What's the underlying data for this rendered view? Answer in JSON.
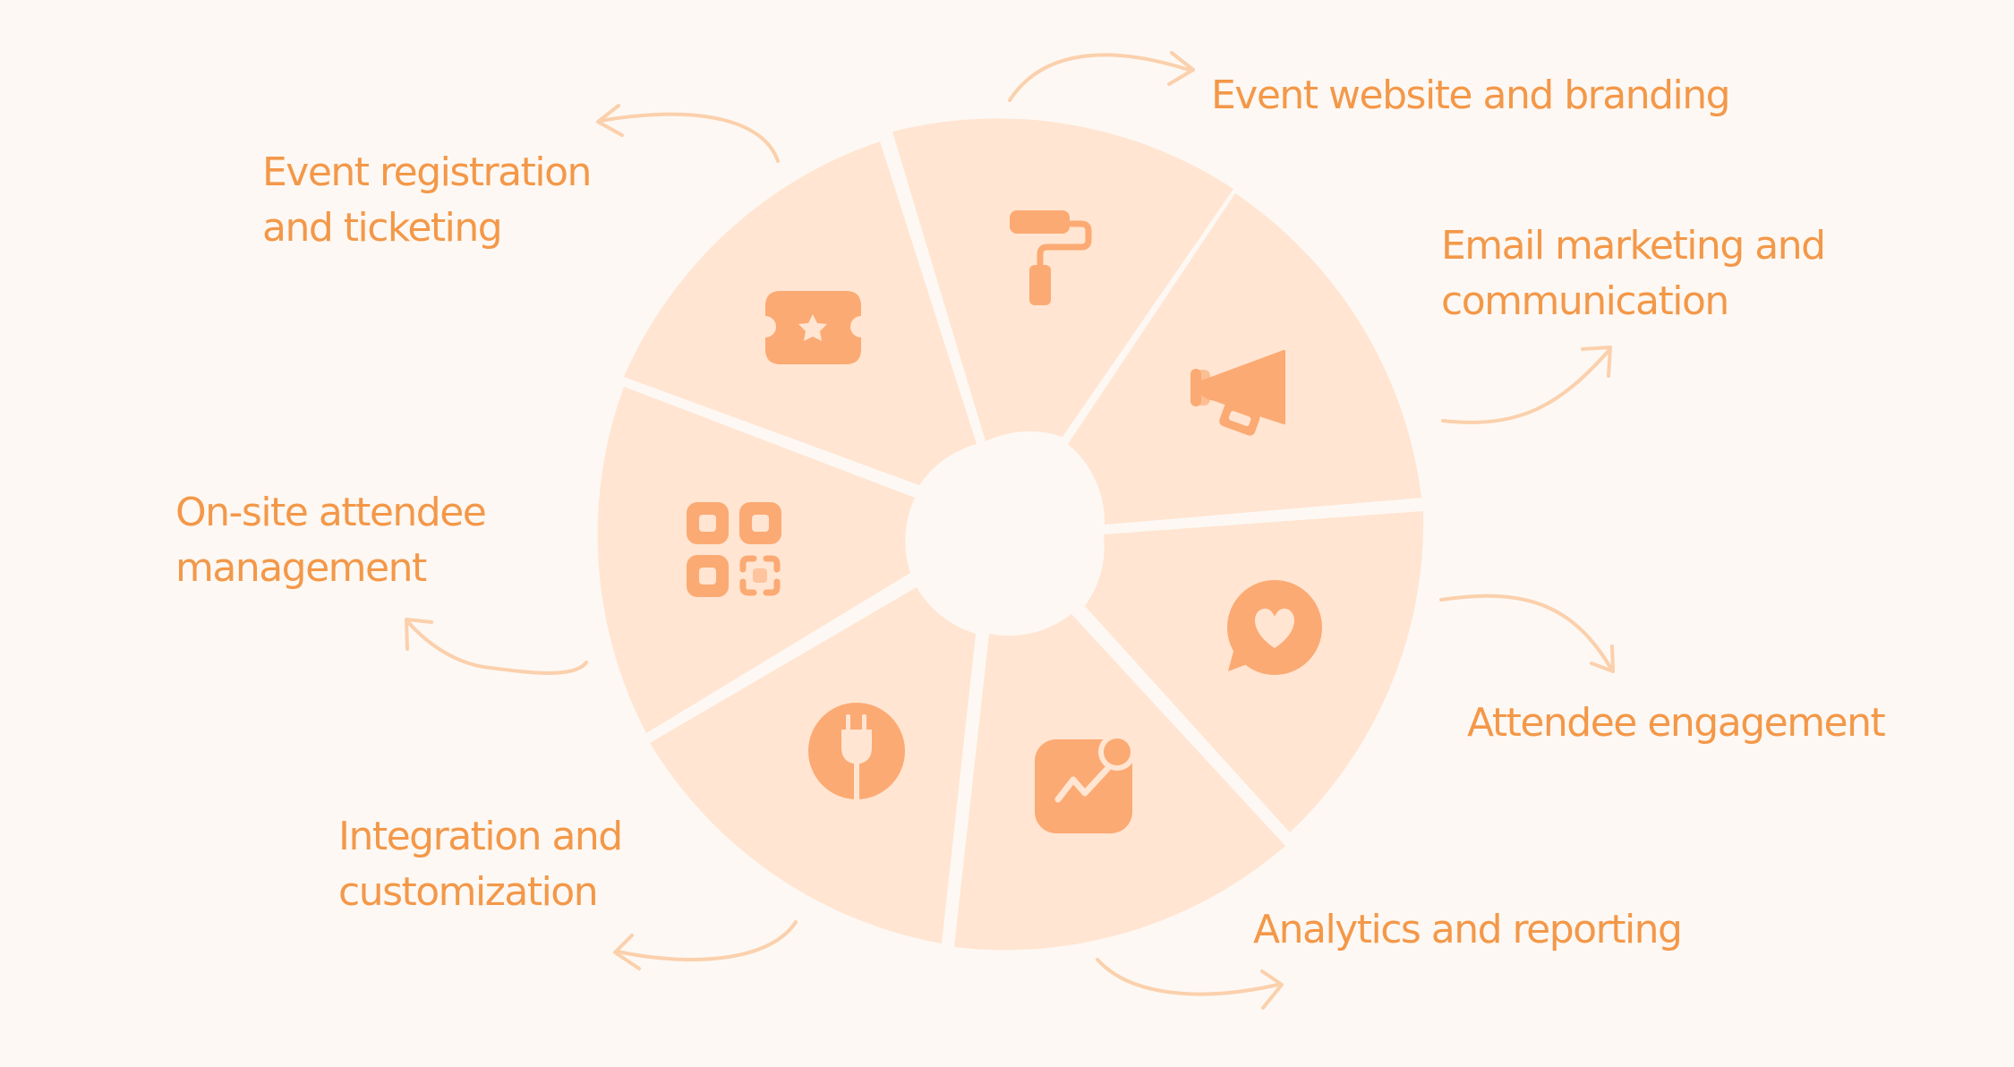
{
  "colors": {
    "background": "#fdf8f3",
    "segment": "#ffe5d2",
    "icon": "#fbaa73",
    "label": "#f39849",
    "arrow": "#fbd0ac"
  },
  "features": [
    {
      "id": "website",
      "icon": "paint-roller-icon",
      "lines": [
        "Event website and branding"
      ]
    },
    {
      "id": "email",
      "icon": "megaphone-icon",
      "lines": [
        "Email marketing and",
        "communication"
      ]
    },
    {
      "id": "engagement",
      "icon": "heart-chat-icon",
      "lines": [
        "Attendee engagement"
      ]
    },
    {
      "id": "analytics",
      "icon": "analytics-chart-icon",
      "lines": [
        "Analytics and reporting"
      ]
    },
    {
      "id": "integration",
      "icon": "plug-icon",
      "lines": [
        "Integration and",
        "customization"
      ]
    },
    {
      "id": "onsite",
      "icon": "qr-code-icon",
      "lines": [
        "On-site attendee",
        "management"
      ]
    },
    {
      "id": "registration",
      "icon": "ticket-icon",
      "lines": [
        "Event registration",
        "and ticketing"
      ]
    }
  ]
}
